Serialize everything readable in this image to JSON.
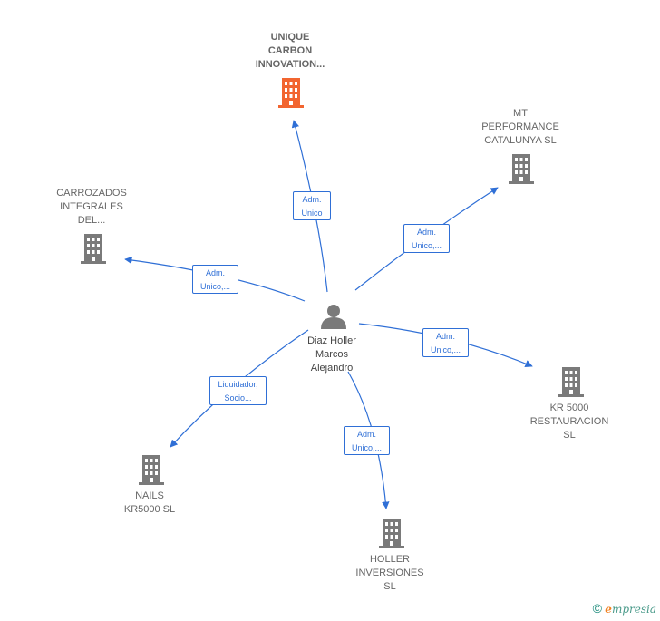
{
  "center": {
    "label": "Diaz Holler\nMarcos\nAlejandro"
  },
  "companies": [
    {
      "key": "unique",
      "label": "UNIQUE\nCARBON\nINNOVATION...",
      "color": "#f26530",
      "focus": true
    },
    {
      "key": "mt",
      "label": "MT\nPERFORMANCE\nCATALUNYA SL",
      "color": "#7a7a7a"
    },
    {
      "key": "carrozados",
      "label": "CARROZADOS\nINTEGRALES\nDEL...",
      "color": "#7a7a7a"
    },
    {
      "key": "kr5000rest",
      "label": "KR 5000\nRESTAURACION\nSL",
      "color": "#7a7a7a"
    },
    {
      "key": "nails",
      "label": "NAILS\nKR5000  SL",
      "color": "#7a7a7a"
    },
    {
      "key": "holler",
      "label": "HOLLER\nINVERSIONES\nSL",
      "color": "#7a7a7a"
    }
  ],
  "relations": [
    {
      "to": "unique",
      "label": "Adm.\nUnico"
    },
    {
      "to": "mt",
      "label": "Adm.\nUnico,..."
    },
    {
      "to": "carrozados",
      "label": "Adm.\nUnico,..."
    },
    {
      "to": "kr5000rest",
      "label": "Adm.\nUnico,..."
    },
    {
      "to": "nails",
      "label": "Liquidador,\nSocio..."
    },
    {
      "to": "holler",
      "label": "Adm.\nUnico,..."
    }
  ],
  "colors": {
    "edge": "#2f6fd6",
    "building": "#7a7a7a",
    "focus_building": "#f26530",
    "person": "#7a7a7a"
  },
  "footer": {
    "copyright": "©",
    "brand_first": "e",
    "brand_rest": "mpresia"
  }
}
